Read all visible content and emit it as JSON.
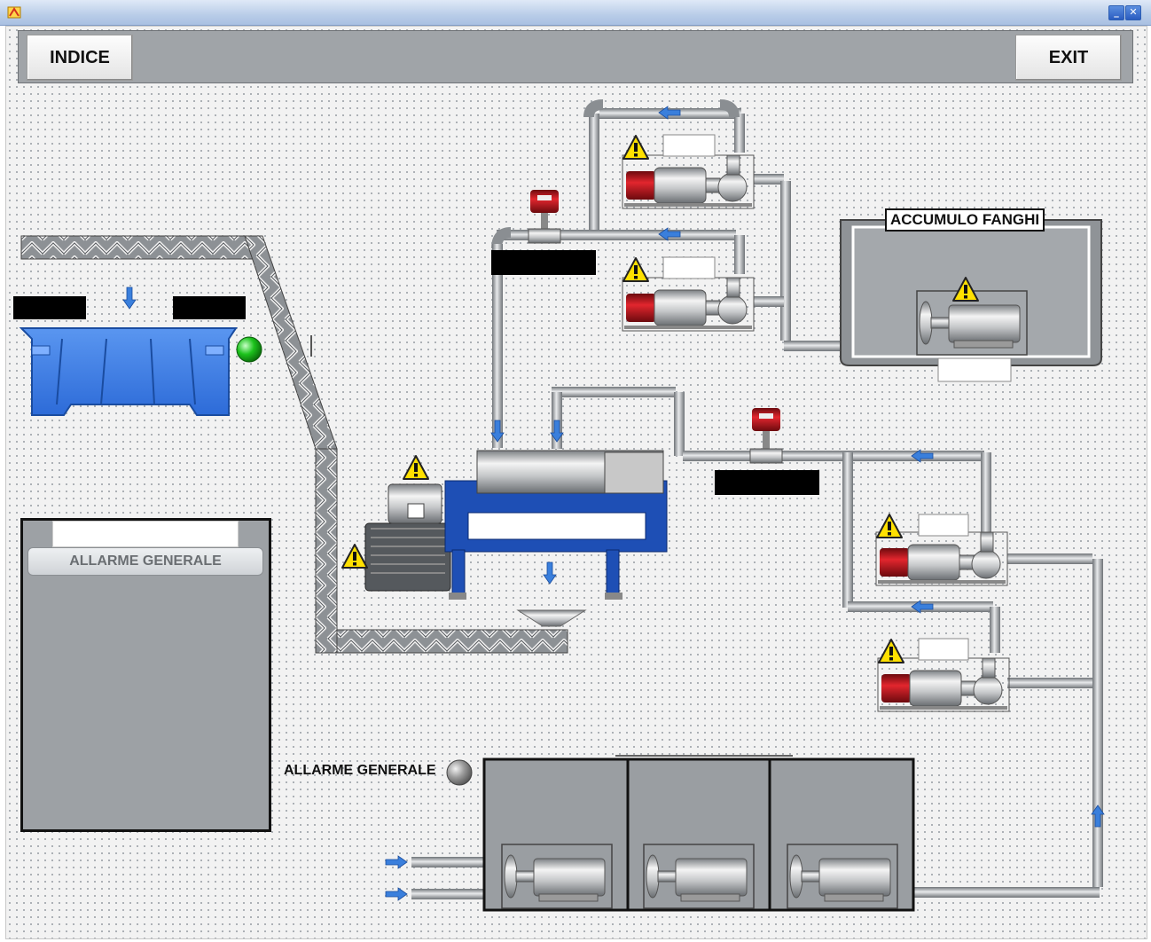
{
  "window": {
    "minimize_glyph": "_",
    "close_glyph": "✕"
  },
  "nav": {
    "indice_label": "INDICE",
    "exit_label": "EXIT"
  },
  "alarm_panel": {
    "button_label": "ALLARME GENERALE"
  },
  "sludge_storage": {
    "title": "ACCUMULO FANGHI"
  },
  "general_alarm": {
    "label": "ALLARME GENERALE",
    "lamp_color": "#8c8c8c"
  },
  "colors": {
    "pipe": "#9ea2a6",
    "pump_motor_red": "#c0141c",
    "centrifuge_blue": "#1e4fb5",
    "container_blue": "#3f7fe6",
    "status_ok_green": "#1cc21c",
    "warning_yellow": "#ffe000",
    "flow_arrow_blue": "#3a7fdc"
  },
  "icons": {
    "warning": "warning-triangle-icon",
    "flow": "flow-arrow-icon",
    "flowmeter": "flowmeter-icon",
    "pump": "pump-icon",
    "mixer": "mixer-icon"
  }
}
